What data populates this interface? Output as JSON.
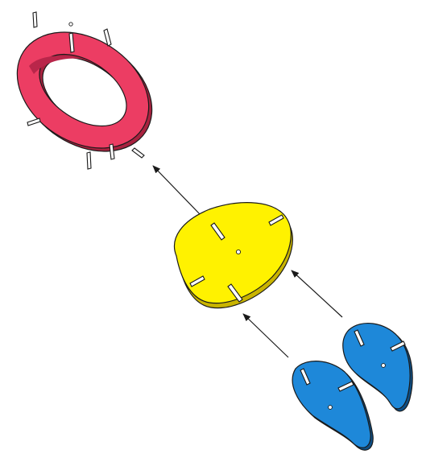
{
  "diagram": {
    "kind": "exploded-assembly",
    "parts": [
      {
        "name": "ring-part",
        "color": "#EC3D63",
        "edge_color": "#A8223F",
        "slot_count": 7
      },
      {
        "name": "egg-plate-part",
        "color": "#FFF200",
        "edge_color": "#C9B400",
        "slot_count": 4
      },
      {
        "name": "paddle-left-part",
        "color": "#1E88D9",
        "edge_color": "#0D4F86",
        "slot_count": 2
      },
      {
        "name": "paddle-right-part",
        "color": "#1E88D9",
        "edge_color": "#0D4F86",
        "slot_count": 2
      }
    ],
    "arrows": [
      {
        "name": "arrow-plate-to-ring",
        "from": "egg-plate-part",
        "to": "ring-part"
      },
      {
        "name": "arrow-right-paddle-to-plate",
        "from": "paddle-right-part",
        "to": "egg-plate-part"
      },
      {
        "name": "arrow-left-paddle-to-plate",
        "from": "paddle-left-part",
        "to": "egg-plate-part"
      }
    ],
    "line_color": "#1a1a1a"
  }
}
